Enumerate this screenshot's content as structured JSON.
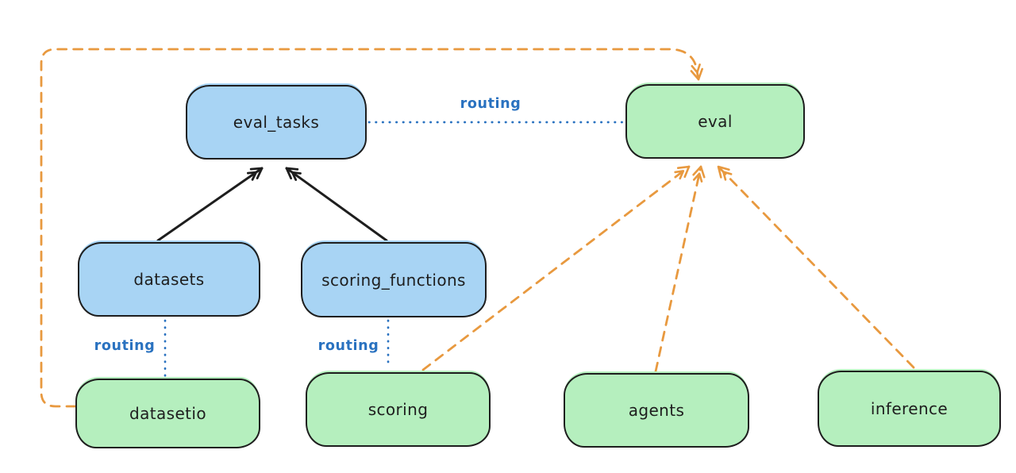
{
  "diagram": {
    "kind": "hand-drawn architecture diagram",
    "background": "#ffffff"
  },
  "colors": {
    "node-border": "#1e1e1e",
    "blue-fill": "#a8d4f4",
    "green-fill": "#b5efbe",
    "routing-blue": "#2a72c0",
    "arrow-black": "#1e1e1e",
    "arrow-orange": "#e8993f",
    "canvas-bg": "#ffffff",
    "text": "#1e1e1e"
  },
  "nodes": [
    {
      "id": "eval_tasks",
      "label": "eval_tasks",
      "color": "blue"
    },
    {
      "id": "eval",
      "label": "eval",
      "color": "green"
    },
    {
      "id": "datasets",
      "label": "datasets",
      "color": "blue"
    },
    {
      "id": "scoring_functions",
      "label": "scoring_functions",
      "color": "blue"
    },
    {
      "id": "datasetio",
      "label": "datasetio",
      "color": "green"
    },
    {
      "id": "scoring",
      "label": "scoring",
      "color": "green"
    },
    {
      "id": "agents",
      "label": "agents",
      "color": "green"
    },
    {
      "id": "inference",
      "label": "inference",
      "color": "green"
    }
  ],
  "edges": [
    {
      "from": "datasets",
      "to": "eval_tasks",
      "type": "solid-arrow",
      "color": "#1e1e1e"
    },
    {
      "from": "scoring_functions",
      "to": "eval_tasks",
      "type": "solid-arrow",
      "color": "#1e1e1e"
    },
    {
      "from": "eval_tasks",
      "to": "eval",
      "type": "dotted",
      "label": "routing",
      "color": "#2a72c0"
    },
    {
      "from": "datasets",
      "to": "datasetio",
      "type": "dotted",
      "label": "routing",
      "color": "#2a72c0"
    },
    {
      "from": "scoring_functions",
      "to": "scoring",
      "type": "dotted",
      "label": "routing",
      "color": "#2a72c0"
    },
    {
      "from": "datasetio",
      "to": "eval",
      "type": "dashed-arrow",
      "color": "#e8993f"
    },
    {
      "from": "scoring",
      "to": "eval",
      "type": "dashed-arrow",
      "color": "#e8993f"
    },
    {
      "from": "agents",
      "to": "eval",
      "type": "dashed-arrow",
      "color": "#e8993f"
    },
    {
      "from": "inference",
      "to": "eval",
      "type": "dashed-arrow",
      "color": "#e8993f"
    }
  ]
}
